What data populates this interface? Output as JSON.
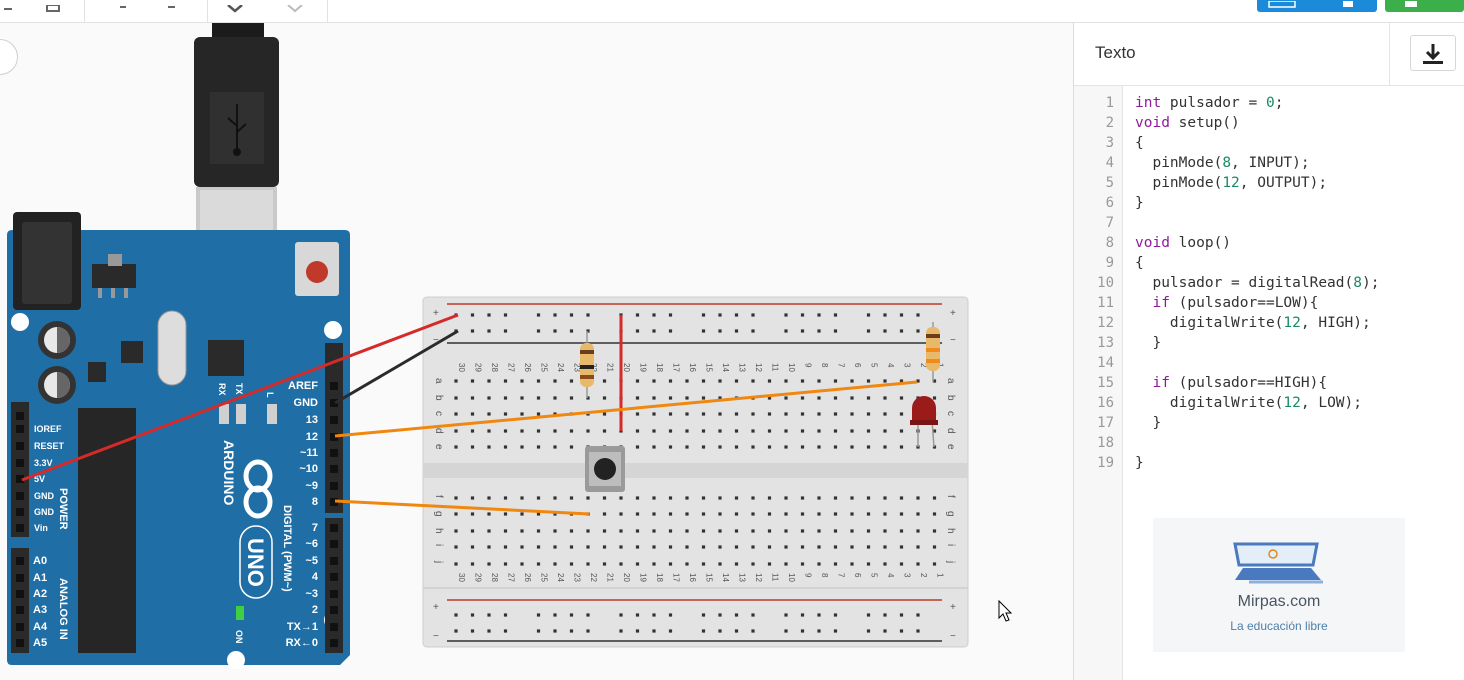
{
  "toolbar": {
    "icons": [
      "menu-icon",
      "save-icon",
      "rotate-icon",
      "flip-icon",
      "note-icon",
      "note-outline-icon"
    ]
  },
  "canvas": {
    "arduino": {
      "brand": "ARDUINO",
      "model": "UNO",
      "top_pins": [
        "AREF",
        "GND",
        "13",
        "12",
        "~11",
        "~10",
        "~9",
        "8",
        "7",
        "~6",
        "~5",
        "4",
        "~3",
        "2",
        "TX→1",
        "RX←0"
      ],
      "power_pins": [
        "IOREF",
        "RESET",
        "3.3V",
        "5V",
        "GND",
        "GND",
        "Vin"
      ],
      "analog_pins": [
        "A0",
        "A1",
        "A2",
        "A3",
        "A4",
        "A5"
      ],
      "labels": {
        "power": "POWER",
        "analog": "ANALOG IN",
        "digital": "DIGITAL (PWM~)",
        "tx": "TX",
        "rx": "RX",
        "l": "L",
        "on": "ON"
      }
    },
    "breadboard": {
      "columns": [
        "30",
        "29",
        "28",
        "27",
        "26",
        "25",
        "24",
        "23",
        "22",
        "21",
        "20",
        "19",
        "18",
        "17",
        "16",
        "15",
        "14",
        "13",
        "12",
        "11",
        "10",
        "9",
        "8",
        "7",
        "6",
        "5",
        "4",
        "3",
        "2",
        "1"
      ],
      "rows_top": [
        "a",
        "b",
        "c",
        "d",
        "e"
      ],
      "rows_bottom": [
        "f",
        "g",
        "h",
        "i",
        "j"
      ],
      "plus": "+",
      "minus": "−"
    },
    "wire_colors": {
      "red": "#d42a2a",
      "black": "#2b2b2b",
      "orange": "#f0870f"
    }
  },
  "panel": {
    "title": "Texto",
    "download_icon": "download-icon",
    "line_numbers": [
      "1",
      "2",
      "3",
      "4",
      "5",
      "6",
      "7",
      "8",
      "9",
      "10",
      "11",
      "12",
      "13",
      "14",
      "15",
      "16",
      "17",
      "18",
      "19"
    ],
    "code": [
      "int pulsador = 0;",
      "void setup()",
      "{",
      "  pinMode(8, INPUT);",
      "  pinMode(12, OUTPUT);",
      "}",
      "",
      "void loop()",
      "{",
      "  pulsador = digitalRead(8);",
      "  if (pulsador==LOW){",
      "    digitalWrite(12, HIGH);",
      "  }",
      "",
      "  if (pulsador==HIGH){",
      "    digitalWrite(12, LOW);",
      "  }",
      "",
      "}"
    ],
    "logo": {
      "name": "Mirpas.com",
      "tagline": "La educación libre"
    }
  },
  "colors": {
    "board": "#1f6ea6",
    "accent_blue": "#1a8ad9",
    "accent_green": "#3bb04a",
    "keyword": "#8e1b9b",
    "number": "#1a8a62"
  }
}
